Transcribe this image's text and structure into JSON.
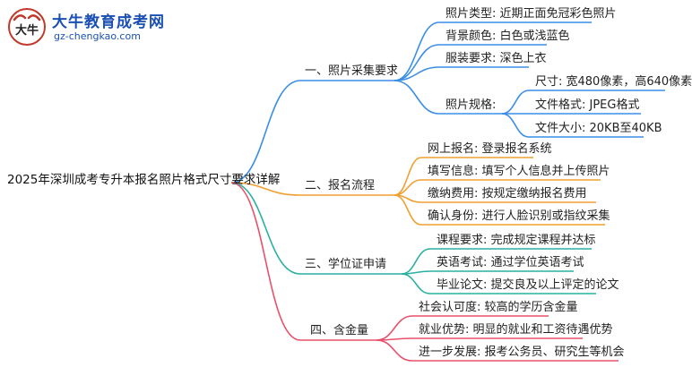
{
  "logo": {
    "title": "大牛教育成考网",
    "url": "gz-chengkao.com",
    "mark_text": "大牛"
  },
  "root": "2025年深圳成考专升本报名照片格式尺寸要求详解",
  "branches": [
    {
      "label": "一、照片采集要求",
      "color": "#3a8ee6",
      "children": [
        {
          "label": "照片类型: 近期正面免冠彩色照片"
        },
        {
          "label": "背景颜色: 白色或浅蓝色"
        },
        {
          "label": "服装要求: 深色上衣"
        },
        {
          "label": "照片规格:",
          "children": [
            {
              "label": "尺寸: 宽480像素，高640像素"
            },
            {
              "label": "文件格式: JPEG格式"
            },
            {
              "label": "文件大小: 20KB至40KB"
            }
          ]
        }
      ]
    },
    {
      "label": "二、报名流程",
      "color": "#f0a030",
      "children": [
        {
          "label": "网上报名: 登录报名系统"
        },
        {
          "label": "填写信息: 填写个人信息并上传照片"
        },
        {
          "label": "缴纳费用: 按规定缴纳报名费用"
        },
        {
          "label": "确认身份: 进行人脸识别或指纹采集"
        }
      ]
    },
    {
      "label": "三、学位证申请",
      "color": "#2ab0a0",
      "children": [
        {
          "label": "课程要求: 完成规定课程并达标"
        },
        {
          "label": "英语考试: 通过学位英语考试"
        },
        {
          "label": "毕业论文: 提交良及以上评定的论文"
        }
      ]
    },
    {
      "label": "四、含金量",
      "color": "#e8506a",
      "children": [
        {
          "label": "社会认可度: 较高的学历含金量"
        },
        {
          "label": "就业优势: 明显的就业和工资待遇优势"
        },
        {
          "label": "进一步发展: 报考公务员、研究生等机会"
        }
      ]
    }
  ]
}
